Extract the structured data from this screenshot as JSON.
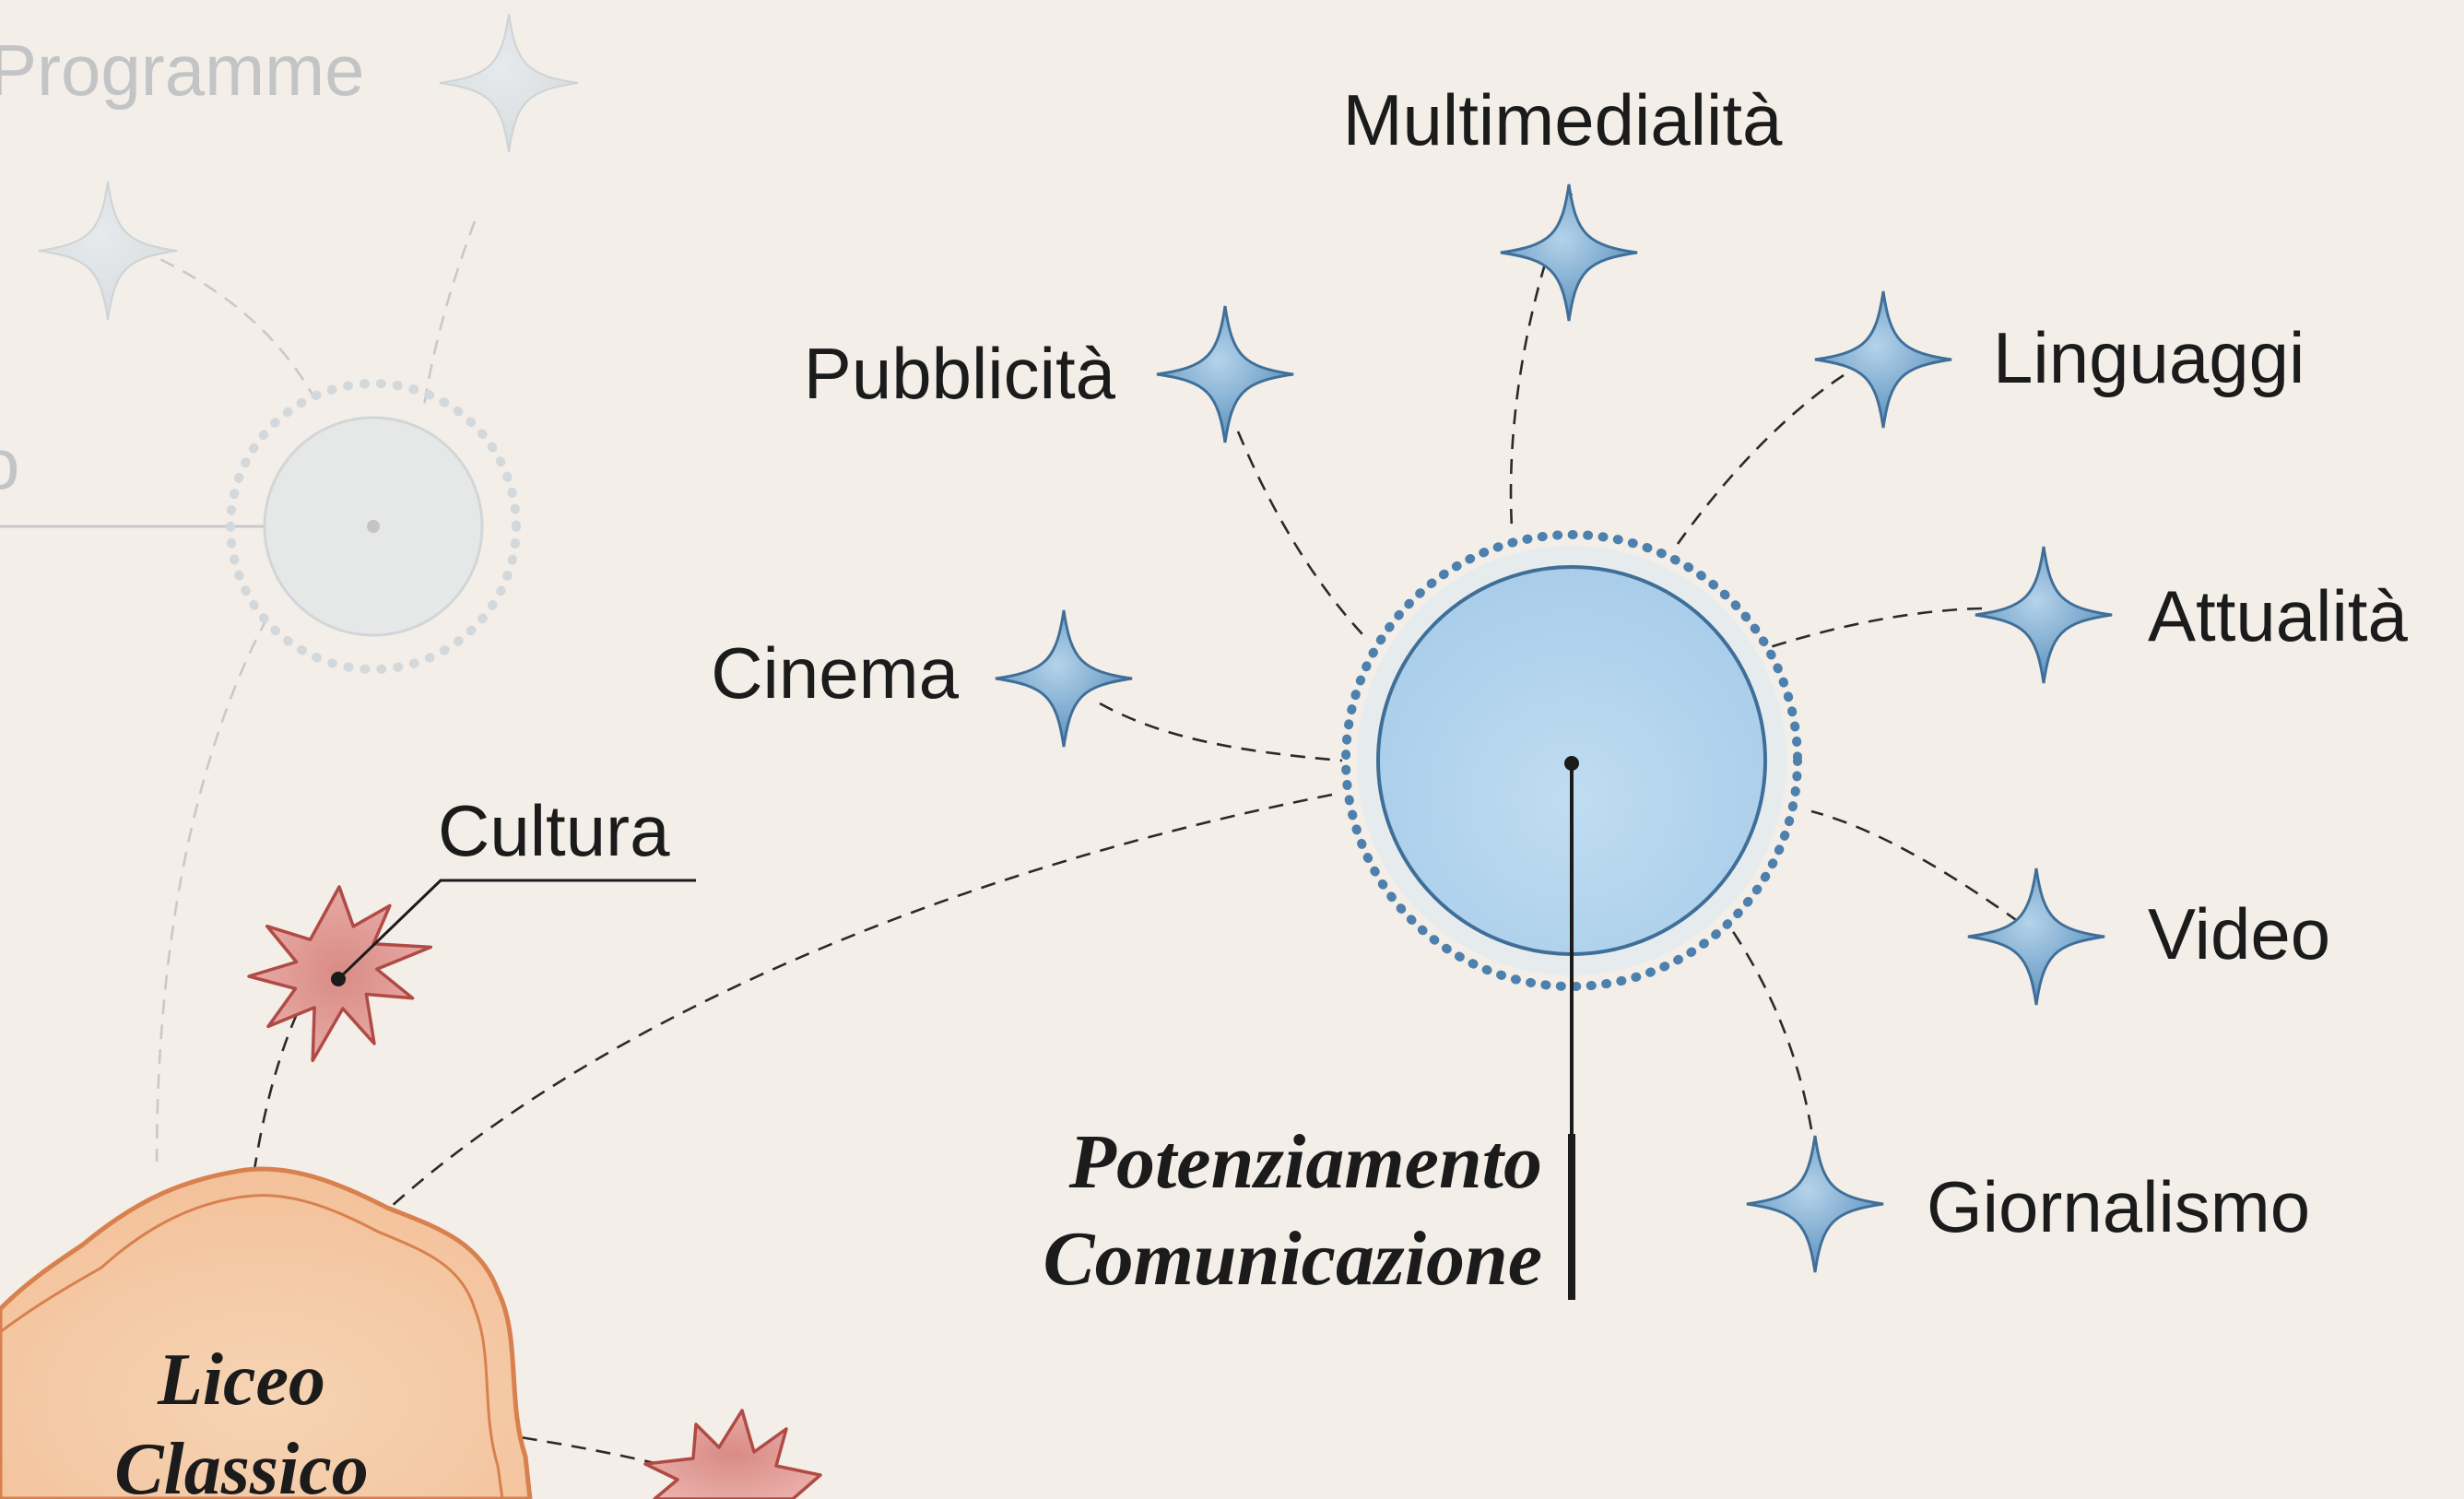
{
  "hub": {
    "title_line1": "Potenziamento",
    "title_line2": "Comunicazione",
    "color": "#b9d9f0",
    "border": "#3f6f98"
  },
  "spokes": [
    {
      "label": "Multimedialità"
    },
    {
      "label": "Pubblicità"
    },
    {
      "label": "Linguaggi"
    },
    {
      "label": "Cinema"
    },
    {
      "label": "Attualità"
    },
    {
      "label": "Video"
    },
    {
      "label": "Giornalismo"
    }
  ],
  "left_cluster": {
    "faded_label": "Programme",
    "faded_fragment": "o",
    "cultura_label": "Cultura",
    "school_line1": "Liceo",
    "school_line2": "Classico"
  },
  "colors": {
    "background": "#f3eee8",
    "star_blue": "#7aaed3",
    "star_red": "#e7a9a4",
    "seal_orange": "#f4c49e"
  }
}
